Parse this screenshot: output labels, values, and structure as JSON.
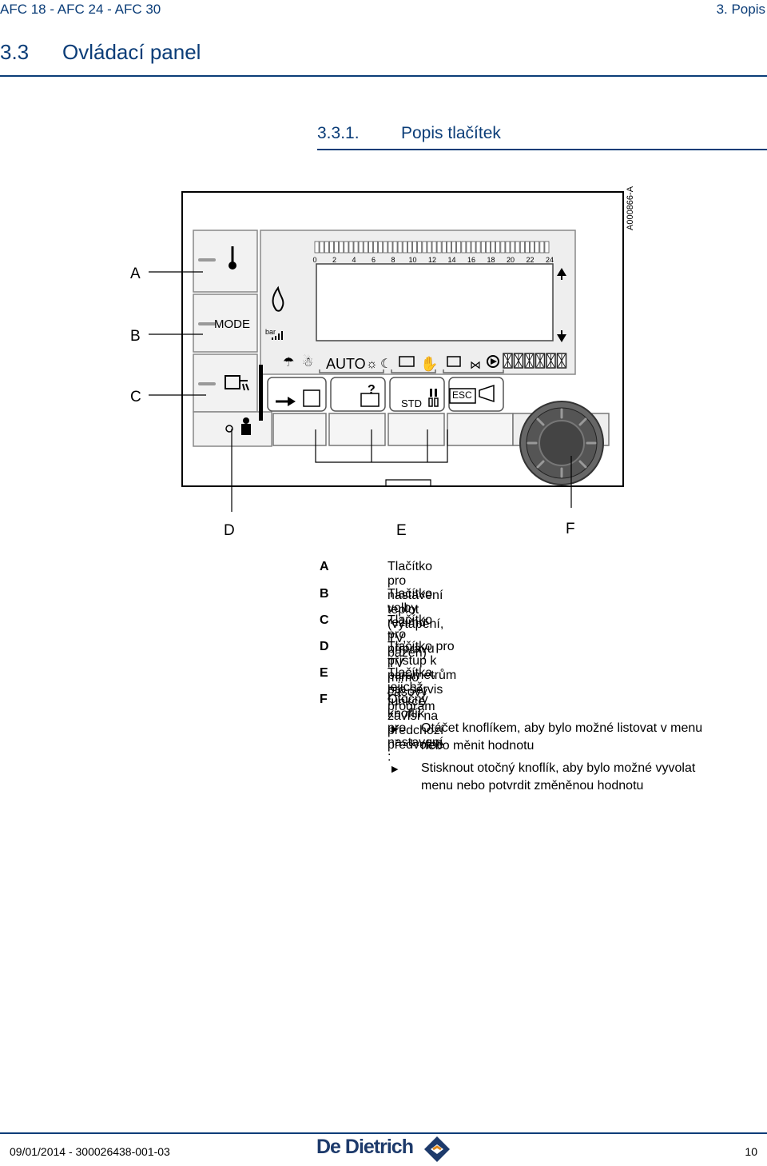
{
  "header": {
    "left": "AFC 18 - AFC 24 - AFC 30",
    "right": "3.  Popis"
  },
  "section": {
    "number": "3.3",
    "title": "Ovládací panel"
  },
  "subsection": {
    "number": "3.3.1.",
    "title": "Popis tlačítek"
  },
  "figure": {
    "ref": "A000866-A",
    "callouts": {
      "a": "A",
      "b": "B",
      "c": "C",
      "d": "D",
      "e": "E",
      "f": "F"
    },
    "scale_ticks": [
      "0",
      "2",
      "4",
      "6",
      "8",
      "10",
      "12",
      "14",
      "16",
      "18",
      "20",
      "22",
      "24"
    ],
    "mode_label": "MODE",
    "bar_label": "bar",
    "auto_label": "AUTO",
    "std_label": "STD",
    "esc_label": "ESC"
  },
  "legend": [
    {
      "key": "A",
      "text": "Tlačítko pro nastavení teplot (vytápění, TV, bazén)"
    },
    {
      "key": "B",
      "text": "Tlačítko volby režimu"
    },
    {
      "key": "C",
      "text": "Tlačítko pro přípravu TV mimo časový program"
    },
    {
      "key": "D",
      "text": "Tlačítko pro přístup k parametrům pro servis"
    },
    {
      "key": "E",
      "text": "Tlačítka, jejichž funkce závisí na předchozí předvolbě"
    },
    {
      "key": "F",
      "text": "Otočný knoflík pro nastavení :"
    }
  ],
  "bullets": [
    {
      "line1": "Otáčet knoflíkem, aby bylo možné listovat v menu",
      "line2": "nebo měnit hodnotu"
    },
    {
      "line1": "Stisknout otočný knoflík, aby bylo možné vyvolat",
      "line2": "menu nebo potvrdit změněnou hodnotu"
    }
  ],
  "footer": {
    "left": "09/01/2014 - 300026438-001-03",
    "logo": "De Dietrich",
    "page": "10"
  },
  "colors": {
    "brand_blue": "#0b3d78"
  }
}
